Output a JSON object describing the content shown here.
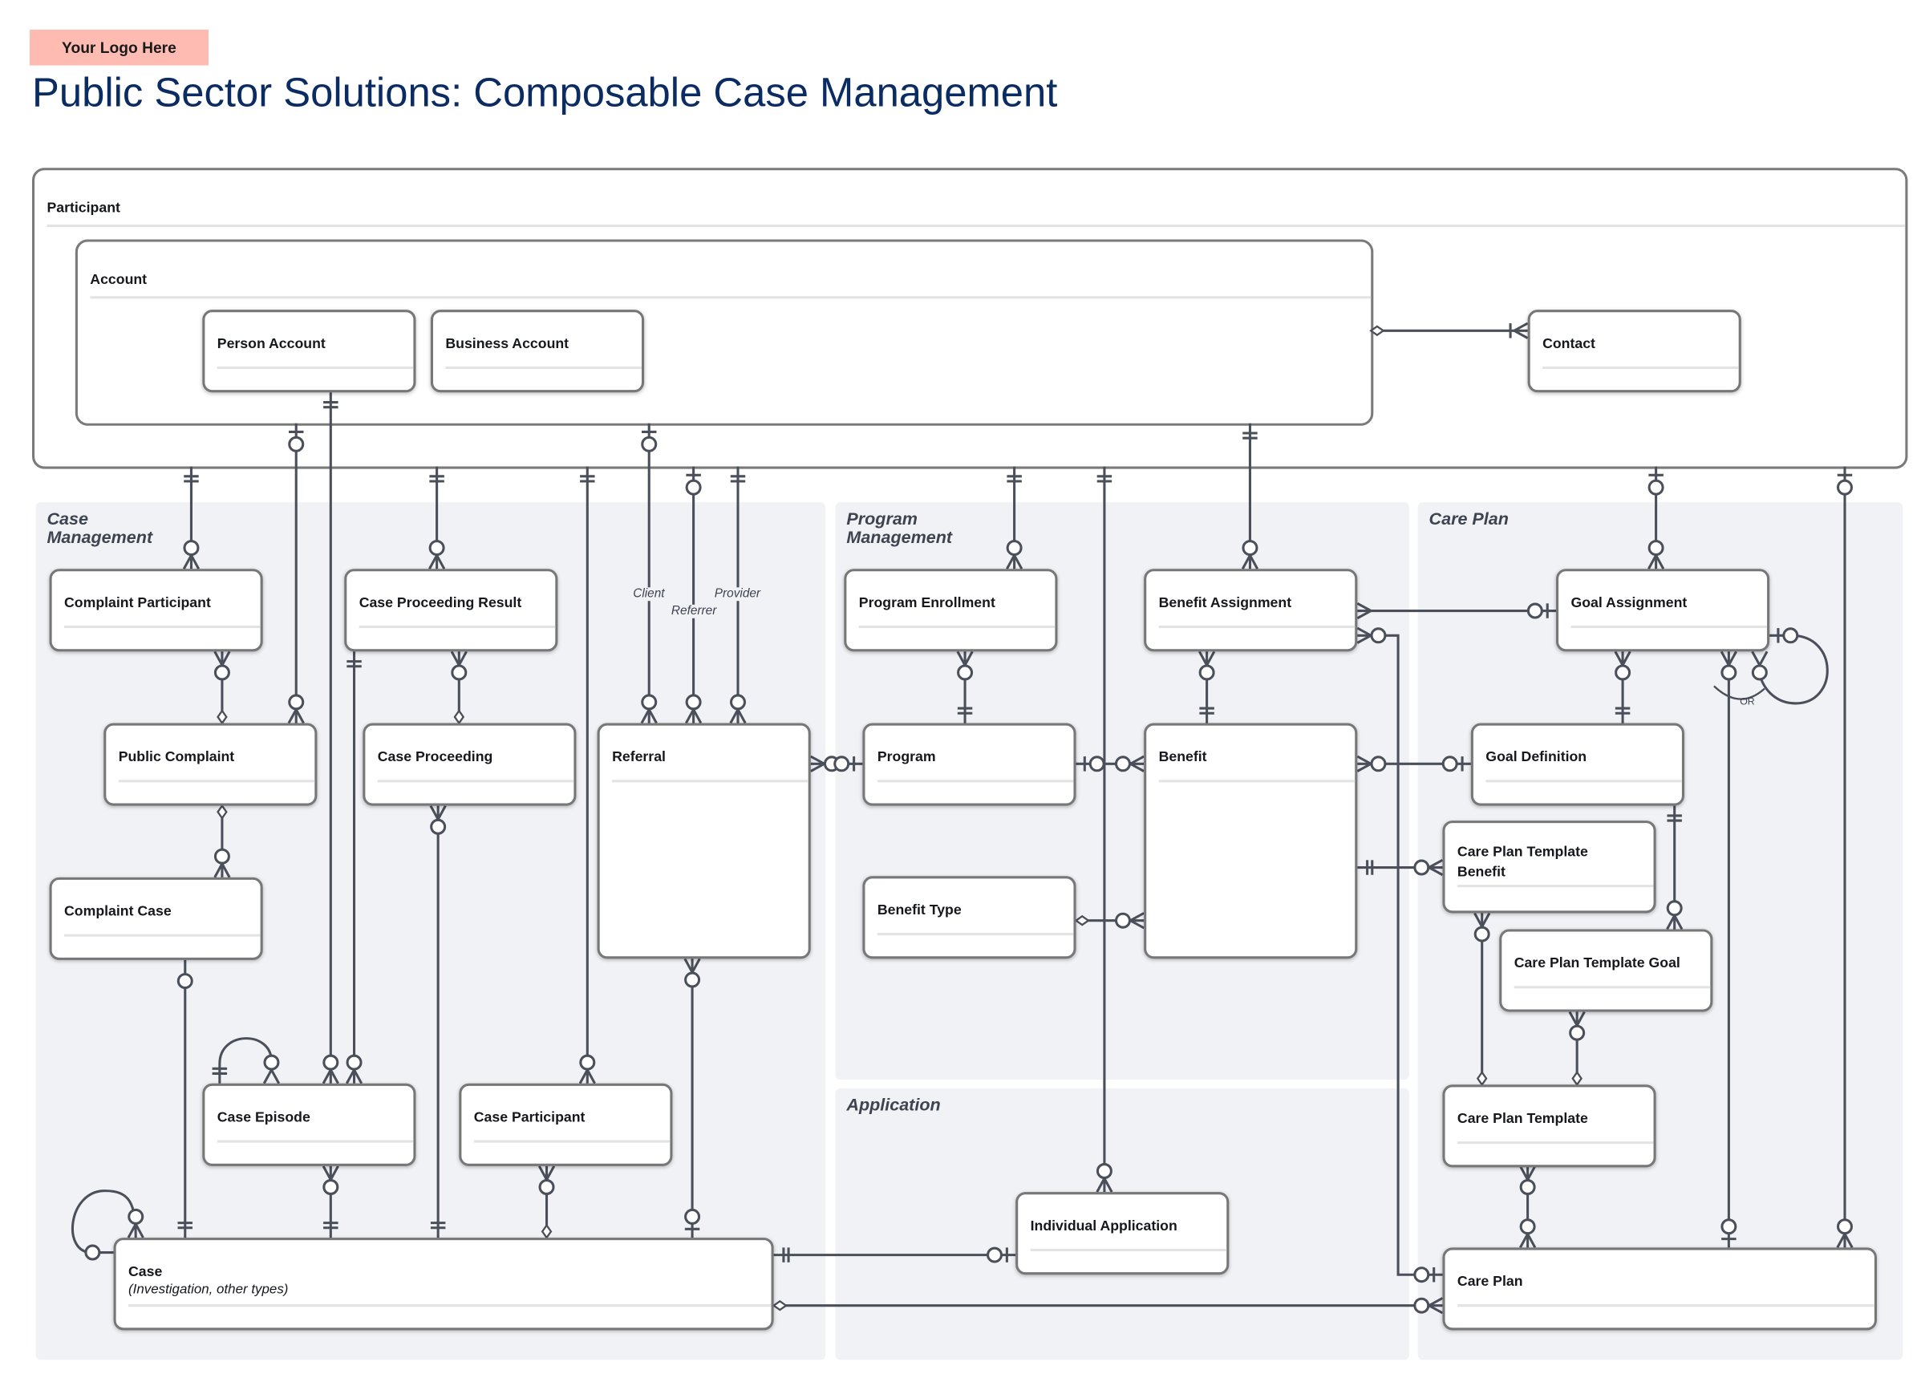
{
  "logo": "Your Logo Here",
  "title": "Public Sector Solutions: Composable Case Management",
  "containers": {
    "participant": "Participant",
    "account": "Account"
  },
  "groups": {
    "case_management": "Case Management",
    "program_management": "Program Management",
    "application": "Application",
    "care_plan": "Care Plan"
  },
  "entities": {
    "person_account": "Person Account",
    "business_account": "Business Account",
    "contact": "Contact",
    "complaint_participant": "Complaint Participant",
    "case_proceeding_result": "Case Proceeding Result",
    "public_complaint": "Public Complaint",
    "case_proceeding": "Case Proceeding",
    "complaint_case": "Complaint Case",
    "referral": "Referral",
    "case_episode": "Case Episode",
    "case_participant": "Case Participant",
    "case": "Case",
    "case_subtitle": "(Investigation, other types)",
    "program_enrollment": "Program Enrollment",
    "benefit_assignment": "Benefit Assignment",
    "program": "Program",
    "benefit": "Benefit",
    "benefit_type": "Benefit Type",
    "individual_application": "Individual Application",
    "goal_assignment": "Goal Assignment",
    "goal_definition": "Goal Definition",
    "care_plan_template_benefit": "Care Plan Template Benefit",
    "care_plan_template_goal": "Care Plan Template Goal",
    "care_plan_template": "Care Plan Template",
    "care_plan": "Care Plan"
  },
  "relationship_labels": {
    "client": "Client",
    "referrer": "Referrer",
    "provider": "Provider",
    "or": "OR"
  },
  "colors": {
    "line": "#4a4f5a",
    "group_bg": "#f1f2f6",
    "title": "#0b2c63",
    "logo_bg": "#fdbbb1"
  }
}
